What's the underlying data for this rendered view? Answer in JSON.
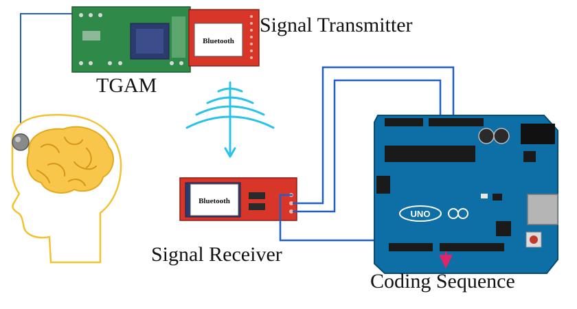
{
  "labels": {
    "signal_transmitter": "Signal Transmitter",
    "tgam": "TGAM",
    "signal_receiver": "Signal Receiver",
    "coding_sequence": "Coding Sequence"
  },
  "modules": {
    "transmitter_bluetooth": "Bluetooth",
    "receiver_bluetooth": "Bluetooth",
    "arduino_logo": "UNO"
  },
  "colors": {
    "wire": "#1f5fc4",
    "wireless_signal": "#29c3e8",
    "board": "#0d6fa6",
    "tgam_board": "#2f8a4a",
    "bluetooth_module": "#d9362a",
    "brain": "#f5c242",
    "output_arrow": "#e0246a"
  }
}
